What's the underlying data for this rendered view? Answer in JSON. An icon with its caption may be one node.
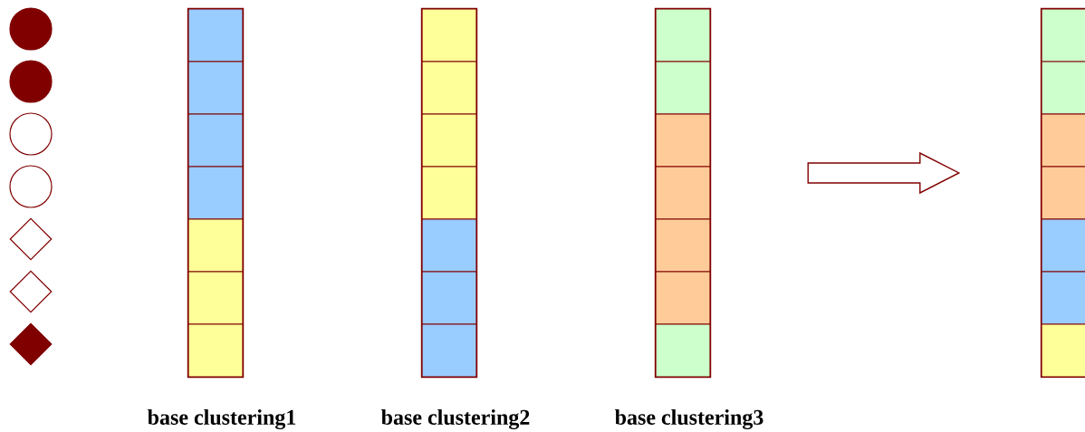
{
  "diagram": {
    "nodes": [
      {
        "text": [],
        "shape": "circle"
      },
      {
        "text": [],
        "shape": "circle"
      },
      {
        "text": [],
        "shape": "circle"
      },
      {
        "text": [],
        "shape": "circle"
      },
      {
        "text": [],
        "shape": "diamond"
      },
      {
        "text": [],
        "shape": "diamond"
      },
      {
        "text": [],
        "shape": "diamond"
      },
      {
        "text": [],
        "shape": "bar",
        "beside": [
          "base clustering1"
        ]
      },
      {
        "text": [],
        "shape": "box",
        "in": 7
      },
      {
        "text": [],
        "shape": "box",
        "in": 7
      },
      {
        "text": [],
        "shape": "box",
        "in": 7
      },
      {
        "text": [],
        "shape": "box",
        "in": 7
      },
      {
        "text": [],
        "shape": "box",
        "in": 7
      },
      {
        "text": [],
        "shape": "box",
        "in": 7
      },
      {
        "text": [],
        "shape": "box",
        "in": 7
      },
      {
        "text": [],
        "shape": "bar",
        "beside": [
          "base clustering2"
        ]
      },
      {
        "text": [],
        "shape": "box",
        "in": 15
      },
      {
        "text": [],
        "shape": "box",
        "in": 15
      },
      {
        "text": [],
        "shape": "box",
        "in": 15
      },
      {
        "text": [],
        "shape": "box",
        "in": 15
      },
      {
        "text": [],
        "shape": "box",
        "in": 15
      },
      {
        "text": [],
        "shape": "box",
        "in": 15
      },
      {
        "text": [],
        "shape": "box",
        "in": 15
      },
      {
        "text": [],
        "shape": "bar",
        "beside": [
          "base clustering3"
        ]
      },
      {
        "text": [],
        "shape": "box",
        "in": 23
      },
      {
        "text": [],
        "shape": "box",
        "in": 23
      },
      {
        "text": [],
        "shape": "box",
        "in": 23
      },
      {
        "text": [],
        "shape": "box",
        "in": 23
      },
      {
        "text": [],
        "shape": "box",
        "in": 23
      },
      {
        "text": [],
        "shape": "box",
        "in": 23
      },
      {
        "text": [],
        "shape": "box",
        "in": 23
      },
      {
        "text": [],
        "shape": "bar"
      },
      {
        "text": [],
        "shape": "box",
        "in": 31
      },
      {
        "text": [],
        "shape": "box",
        "in": 31
      },
      {
        "text": [],
        "shape": "box",
        "in": 31
      },
      {
        "text": [],
        "shape": "box",
        "in": 31
      },
      {
        "text": [],
        "shape": "box",
        "in": 31
      },
      {
        "text": [],
        "shape": "box",
        "in": 31
      },
      {
        "text": [],
        "shape": "box",
        "in": 31
      }
    ],
    "edges": [
      {
        "from": 23,
        "to": 31,
        "arrow": "to"
      }
    ]
  }
}
